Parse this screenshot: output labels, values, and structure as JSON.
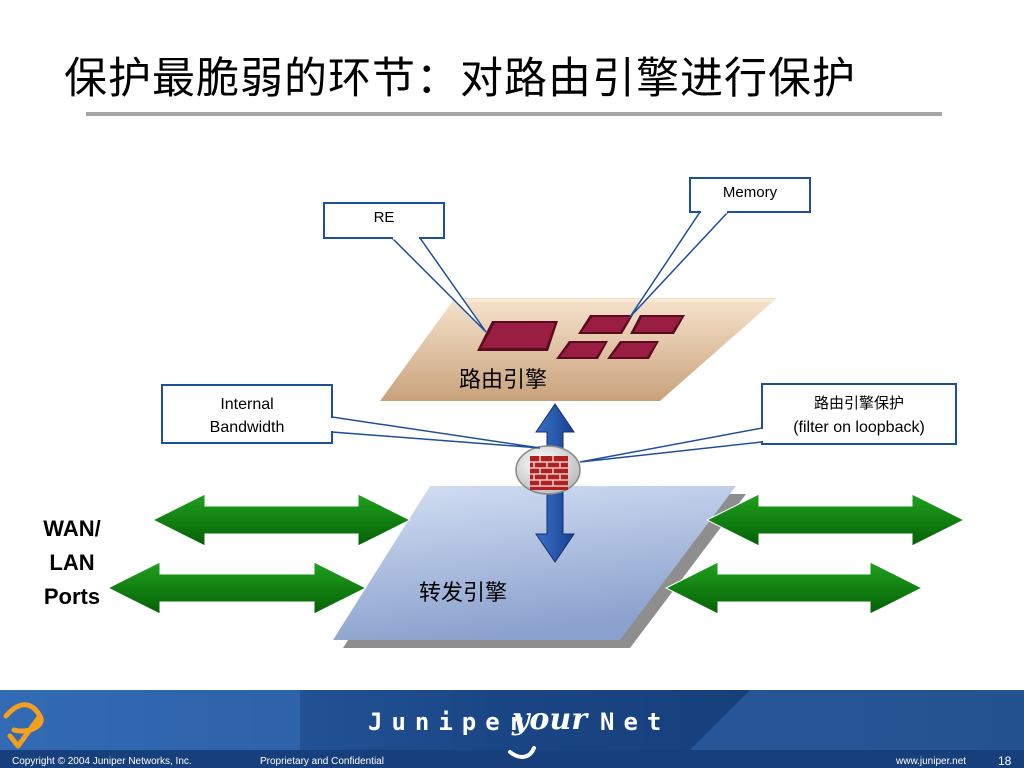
{
  "title": "保护最脆弱的环节：对路由引擎进行保护",
  "diagram": {
    "routing_engine_label": "路由引擎",
    "forwarding_engine_label": "转发引擎",
    "callouts": {
      "re": "RE",
      "memory": "Memory",
      "internal_bandwidth_line1": "Internal",
      "internal_bandwidth_line2": "Bandwidth",
      "re_protection_line1": "路由引擎保护",
      "re_protection_line2": "(filter on loopback)"
    },
    "ports_label": [
      "WAN/",
      "LAN",
      "Ports"
    ]
  },
  "footer": {
    "brand_left": "Juniper",
    "brand_mid": "your",
    "brand_right": "Net",
    "copyright": "Copyright © 2004 Juniper Networks, Inc.",
    "confidential": "Proprietary and Confidential",
    "url": "www.juniper.net",
    "page_number": "18"
  },
  "colors": {
    "accent_blue": "#1f4e9b",
    "arrow_green": "#0a7a0a",
    "chip_red": "#8e1538",
    "routing_engine_top": "#f1d3b0",
    "forwarding_engine": "#a9bde0"
  }
}
